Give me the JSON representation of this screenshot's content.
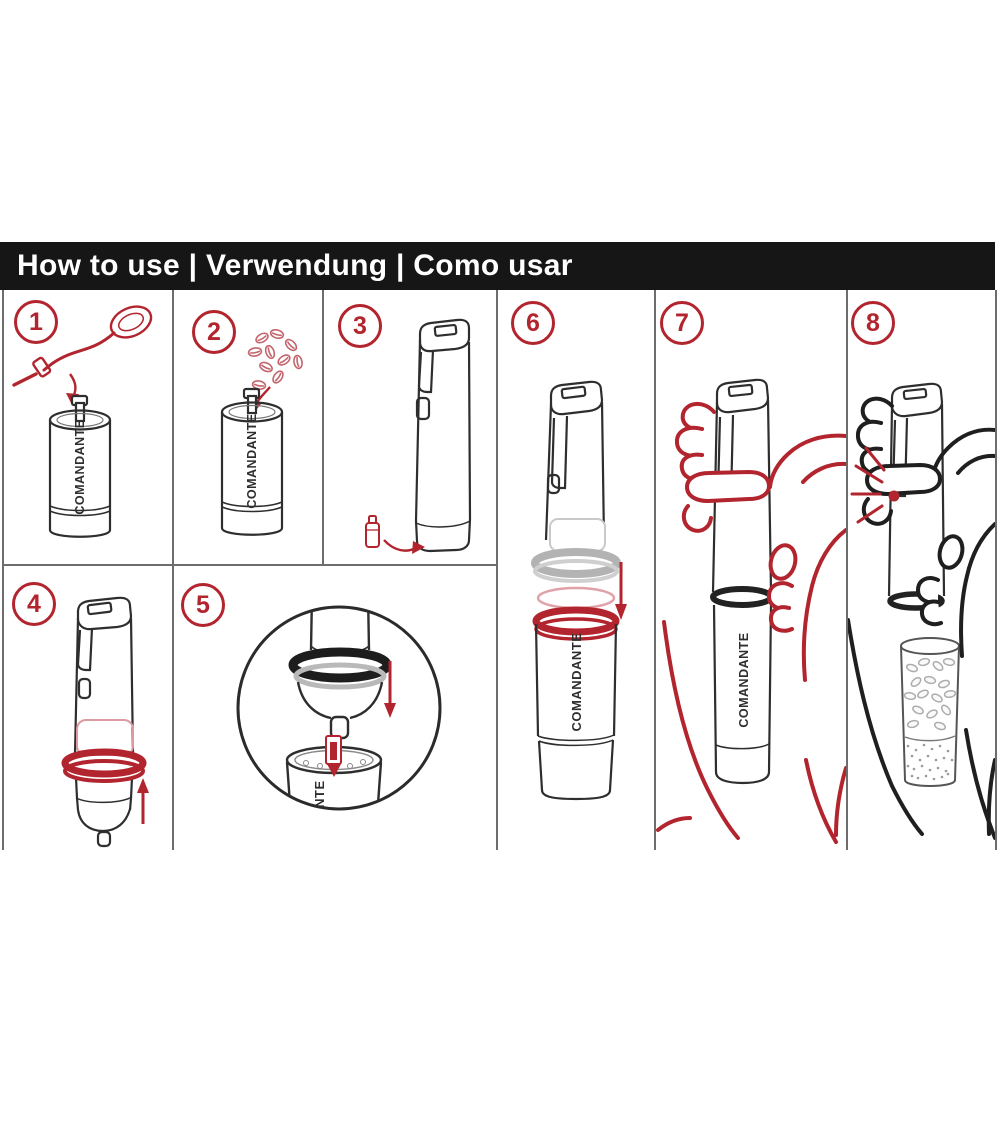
{
  "header": {
    "title": "How to use | Verwendung | Como usar"
  },
  "brand": {
    "name": "COMANDANTE",
    "name_partial": "DANTE"
  },
  "colors": {
    "header_bg": "#161616",
    "header_text": "#ffffff",
    "accent_red": "#b2252e",
    "light_red": "#dd9aa1",
    "ink": "#2e2e2e",
    "ghost_gray": "#b3b3b3",
    "divider": "#6d6d6d"
  },
  "steps": [
    {
      "number": "1",
      "illustration": "remove-crank-handle"
    },
    {
      "number": "2",
      "illustration": "pour-coffee-beans"
    },
    {
      "number": "3",
      "illustration": "detach-grounds-jar"
    },
    {
      "number": "4",
      "illustration": "upside-down-adjustment-ring"
    },
    {
      "number": "5",
      "illustration": "grind-setting-detail-magnified"
    },
    {
      "number": "6",
      "illustration": "attach-grounds-jar"
    },
    {
      "number": "7",
      "illustration": "hold-grinder-two-hands"
    },
    {
      "number": "8",
      "illustration": "click-grind-adjustment"
    }
  ]
}
